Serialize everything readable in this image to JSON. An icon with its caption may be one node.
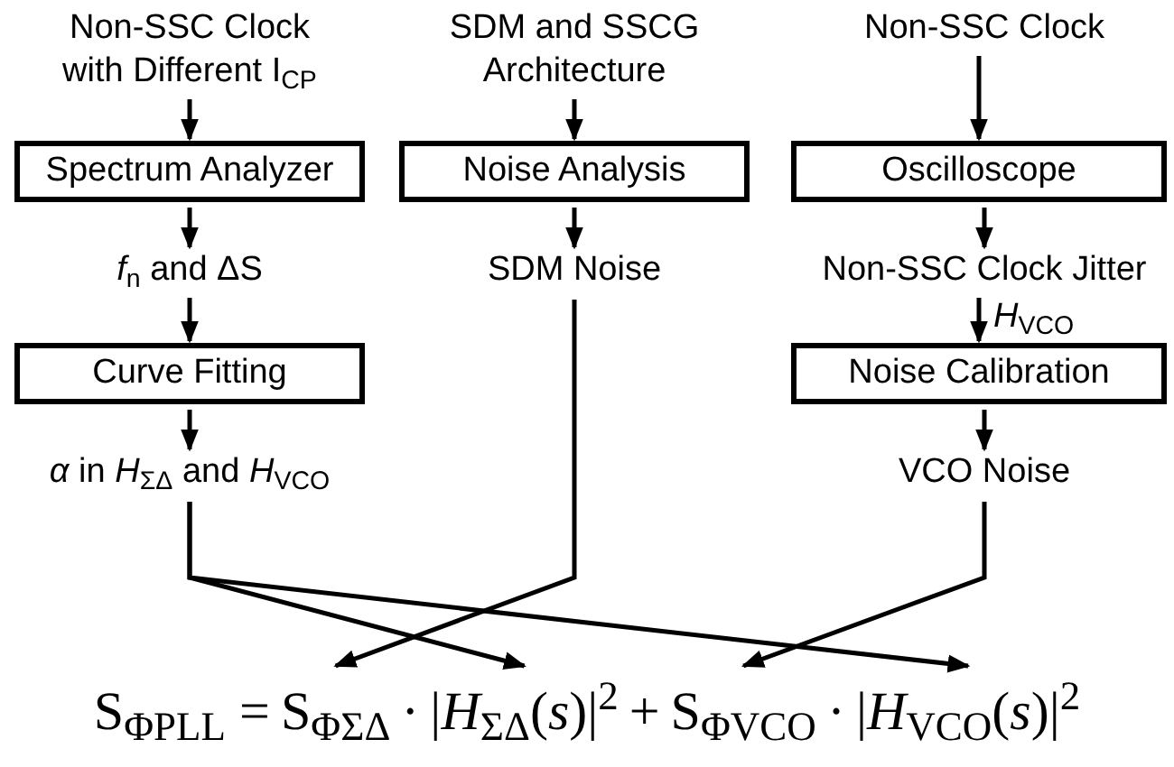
{
  "diagram": {
    "nodes": [
      {
        "text": [
          "Non-SSC Clock with Different I$_{CP}$"
        ]
      },
      {
        "text": [
          "Spectrum Analyzer"
        ]
      },
      {
        "text": [
          "*f*$_{n}$ and ΔS"
        ]
      },
      {
        "text": [
          "Curve Fitting"
        ]
      },
      {
        "text": [
          "*α* in *H*$_{ΣΔ}$ and *H*$_{VCO}$"
        ]
      },
      {
        "text": [
          "SDM and SSCG Architecture"
        ]
      },
      {
        "text": [
          "Noise Analysis"
        ]
      },
      {
        "text": [
          "SDM Noise"
        ]
      },
      {
        "text": [
          "Non-SSC Clock"
        ]
      },
      {
        "text": [
          "Oscilloscope"
        ]
      },
      {
        "text": [
          "Non-SSC Clock Jitter"
        ]
      },
      {
        "text": [
          "Noise Calibration"
        ]
      },
      {
        "text": [
          "VCO Noise"
        ]
      },
      {
        "text": [
          "S$_{ΦΣΔ}$"
        ]
      },
      {
        "text": [
          "|*H*$_{ΣΔ}$(*s*)|$^{2}$"
        ]
      },
      {
        "text": [
          "S$_{ΦVCO}$"
        ]
      },
      {
        "text": [
          "|*H*$_{VCO}$(*s*)|$^{2}$"
        ]
      }
    ],
    "edges": [
      {
        "from": 0,
        "to": 1,
        "arrow": "to"
      },
      {
        "from": 1,
        "to": 2,
        "arrow": "to"
      },
      {
        "from": 2,
        "to": 3,
        "arrow": "to"
      },
      {
        "from": 3,
        "to": 4,
        "arrow": "to"
      },
      {
        "from": 5,
        "to": 6,
        "arrow": "to"
      },
      {
        "from": 6,
        "to": 7,
        "arrow": "to"
      },
      {
        "from": 8,
        "to": 9,
        "arrow": "to"
      },
      {
        "from": 9,
        "to": 10,
        "arrow": "to"
      },
      {
        "from": 10,
        "to": 11,
        "arrow": "to",
        "label": "*H*$_{VCO}$"
      },
      {
        "from": 11,
        "to": 12,
        "arrow": "to"
      },
      {
        "from": 4,
        "to": 14,
        "arrow": "to"
      },
      {
        "from": 4,
        "to": 16,
        "arrow": "to"
      },
      {
        "from": 7,
        "to": 13,
        "arrow": "to"
      },
      {
        "from": 12,
        "to": 15,
        "arrow": "to"
      }
    ],
    "labels": [
      "S$_{ΦPLL}$ =",
      "·",
      "+",
      "·"
    ]
  }
}
